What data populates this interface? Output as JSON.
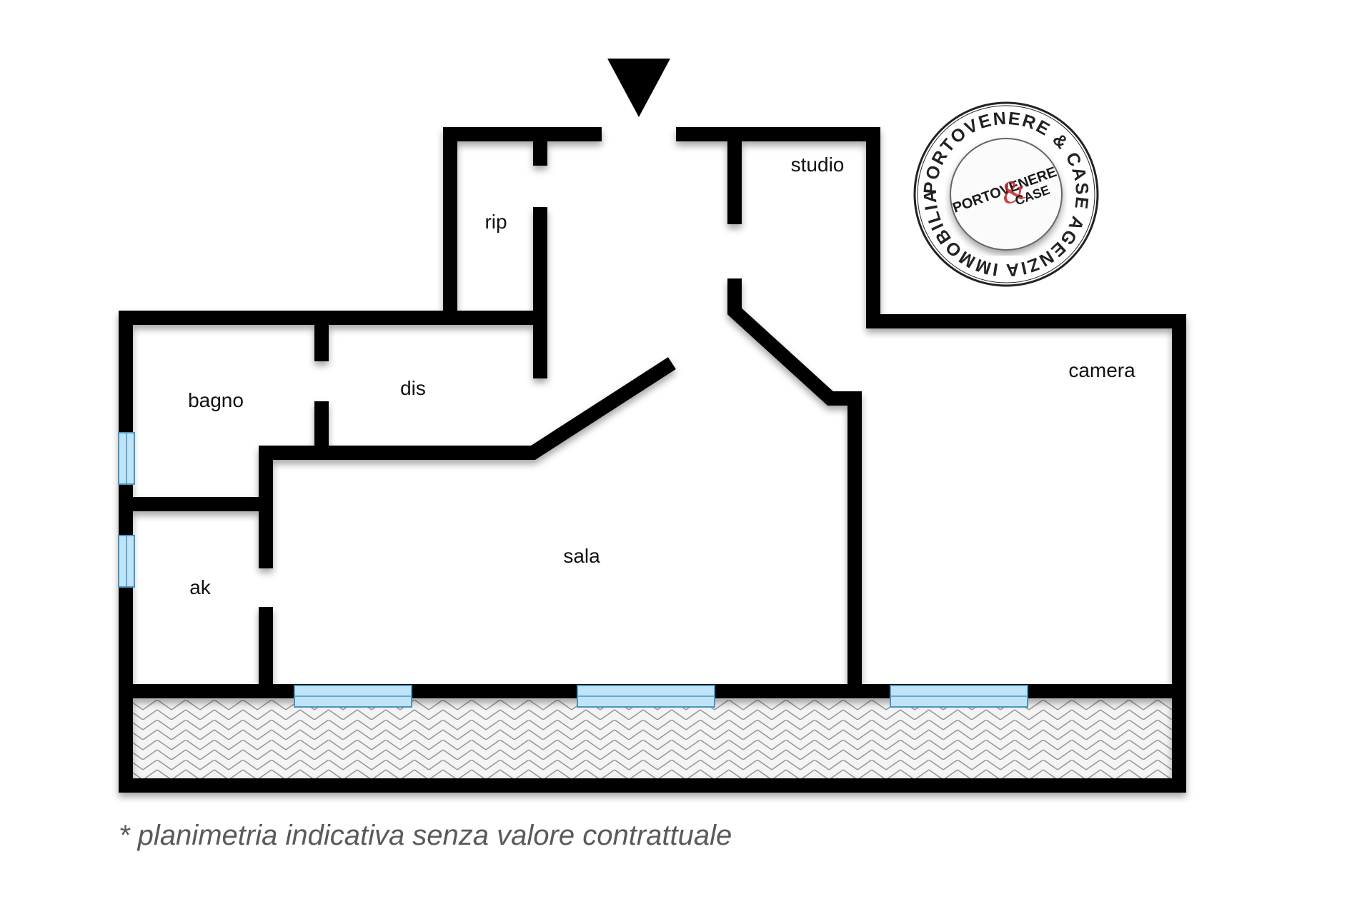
{
  "rooms": {
    "rip": "rip",
    "studio": "studio",
    "bagno": "bagno",
    "dis": "dis",
    "camera": "camera",
    "sala": "sala",
    "ak": "ak"
  },
  "stamp": {
    "ring_text": "PORTOVENERE & CASE AGENZIA IMMOBILIARE",
    "logo_line1": "PORTOVENERE",
    "logo_ampersand": "&",
    "logo_line2": "CASE"
  },
  "disclaimer": "* planimetria indicativa senza valore contrattuale",
  "colors": {
    "wall": "#000000",
    "window_glass": "#bfe3f7",
    "window_frame": "#4d95bd",
    "terrace_pattern": "#9a9a9a",
    "text": "#111111",
    "disclaimer": "#5a5a5a",
    "stamp_ring": "#222222",
    "stamp_accent": "#c0272d"
  },
  "icons": {
    "entrance": "entrance-arrow-icon"
  }
}
